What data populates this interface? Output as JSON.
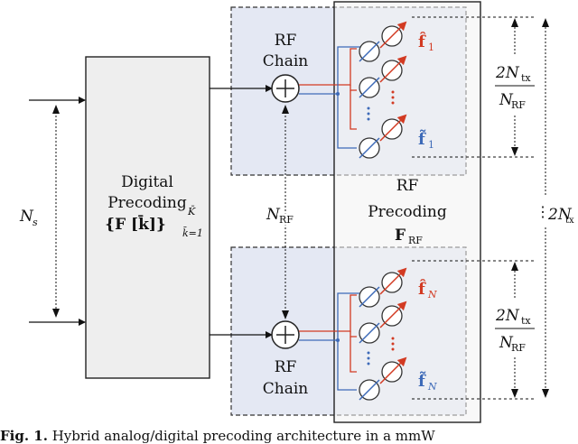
{
  "digital": {
    "line1": "Digital",
    "line2": "Precoding",
    "formula": "{F [k̄]}",
    "sup": "K̄",
    "sub": "k̄=1"
  },
  "rf_chain_top": {
    "line1": "RF",
    "line2": "Chain"
  },
  "rf_chain_bottom": {
    "line1": "RF",
    "line2": "Chain"
  },
  "rf_precoding": {
    "line1": "RF",
    "line2": "Precoding",
    "symbol": "F",
    "symbol_sub": "RF"
  },
  "labels": {
    "ns": "N",
    "ns_sub": "s",
    "nrf": "N",
    "nrf_sub": "RF",
    "f1_hat": "f̂",
    "f1_hat_sub": "1",
    "f1_tilde": "f̃",
    "f1_tilde_sub": "1",
    "fn_hat": "f̂",
    "fn_hat_sub": "N",
    "fn_tilde": "f̃",
    "fn_tilde_sub": "N",
    "frac_num": "2N",
    "frac_num_sub": "tx",
    "frac_den": "N",
    "frac_den_sub": "RF",
    "total": "2N",
    "total_sub": "tx",
    "vdots": "⋮"
  },
  "caption": {
    "prefix": "Fig. 1.",
    "text": " Hybrid analog/digital precoding architecture in a mmW"
  },
  "colors": {
    "red": "#d23a22",
    "blue": "#3d6ab8",
    "panel": "#e4e8f3",
    "strip": "#f1f1f1"
  }
}
